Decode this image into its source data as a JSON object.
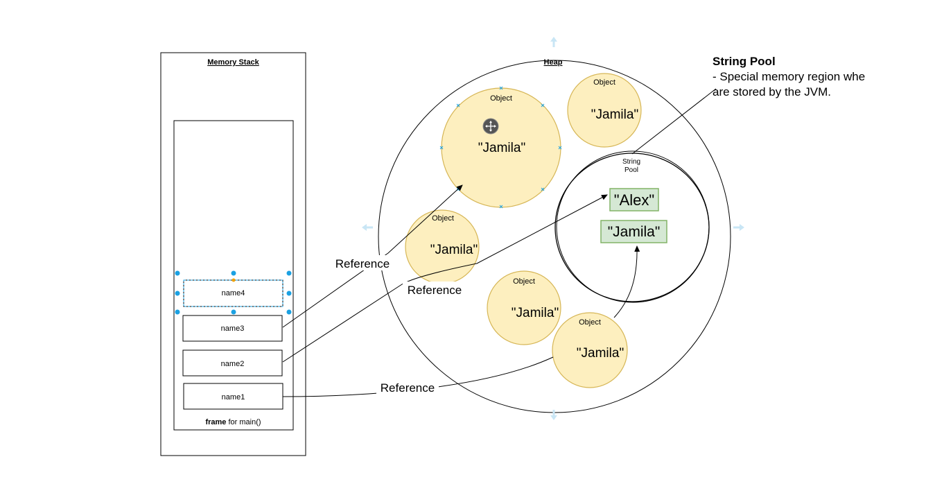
{
  "stack": {
    "title": "Memory Stack",
    "frame_label_bold": "frame",
    "frame_label_rest": " for main()",
    "vars": [
      "name4",
      "name3",
      "name2",
      "name1"
    ]
  },
  "heap": {
    "title": "Heap",
    "pool_label_line1": "String",
    "pool_label_line2": "Pool",
    "objects": [
      {
        "label": "Object",
        "value": "\"Jamila\""
      },
      {
        "label": "Object",
        "value": "\"Jamila\""
      },
      {
        "label": "Object",
        "value": "\"Jamila\""
      },
      {
        "label": "Object",
        "value": "\"Jamila\""
      },
      {
        "label": "Object",
        "value": "\"Jamila\""
      }
    ],
    "pool_items": [
      "\"Alex\"",
      "\"Jamila\""
    ]
  },
  "reference_labels": [
    "Reference",
    "Reference",
    "Reference"
  ],
  "note": {
    "title": "String Pool",
    "body_line1": "- Special memory region whe",
    "body_line2": "are stored by the JVM."
  },
  "colors": {
    "object_fill": "#fdefbf",
    "object_stroke": "#d6b656",
    "pool_item_fill": "#d5e8d4",
    "pool_item_stroke": "#82b366",
    "selection": "#1ba1e2",
    "arrow_hint": "#c9e6f5"
  }
}
